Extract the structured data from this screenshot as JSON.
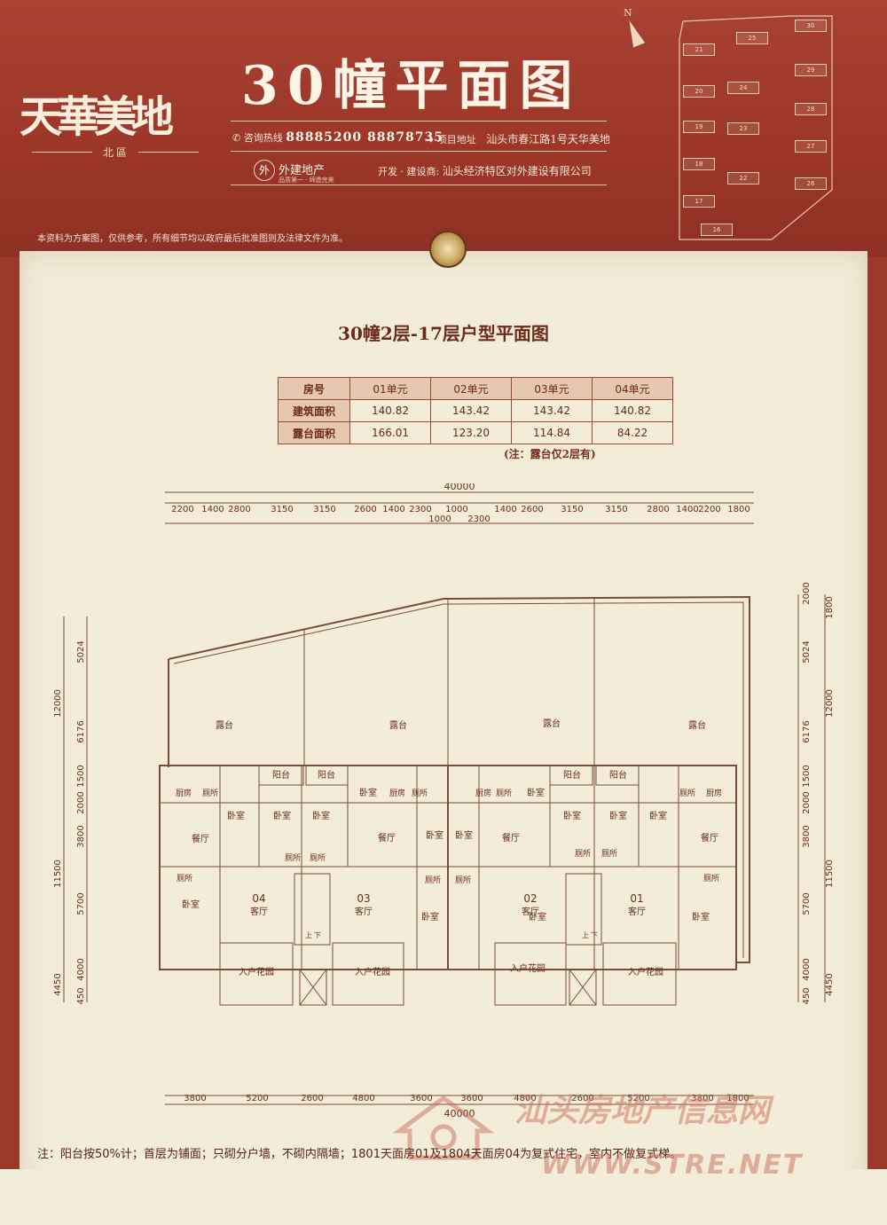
{
  "header": {
    "logo_text": "天華美地",
    "logo_sub": "北區",
    "title": "30幢平面图",
    "hotline_label": "咨询热线",
    "hotline": "88885200 88878735",
    "address_label": "项目地址",
    "address": "汕头市春江路1号天华美地",
    "developer_logo_char": "外",
    "developer_name": "外建地产",
    "developer_slogan": "品质第一 · 缔造完美",
    "developer_label": "开发 · 建设商:",
    "developer_full": "汕头经济特区对外建设有限公司",
    "disclaimer": "本资料为方案图，仅供参考，所有细节均以政府最后批准图则及法律文件为准。",
    "north": "N"
  },
  "site_map": {
    "buildings": [
      "16",
      "17",
      "18",
      "19",
      "20",
      "21",
      "22",
      "23",
      "24",
      "25",
      "26",
      "27",
      "28",
      "29",
      "30"
    ]
  },
  "plan_title": "30幢2层-17层户型平面图",
  "area_table": {
    "headers": [
      "房号",
      "01单元",
      "02单元",
      "03单元",
      "04单元"
    ],
    "rows": [
      {
        "label": "建筑面积",
        "values": [
          "140.82",
          "143.42",
          "143.42",
          "140.82"
        ]
      },
      {
        "label": "露台面积",
        "values": [
          "166.01",
          "123.20",
          "114.84",
          "84.22"
        ]
      }
    ],
    "note": "(注：露台仅2层有)"
  },
  "plan": {
    "total_width": "40000",
    "top_dims": [
      "2200",
      "1400",
      "2800",
      "3150",
      "3150",
      "2600",
      "1400",
      "2300",
      "1000",
      "1400",
      "2600",
      "3150",
      "3150",
      "2800",
      "1400",
      "2200",
      "1800"
    ],
    "top_dims_lower": [
      "1000",
      "2300"
    ],
    "bottom_dims": [
      "3800",
      "5200",
      "2600",
      "4800",
      "3600",
      "3600",
      "4800",
      "2600",
      "5200",
      "3800",
      "1800"
    ],
    "left_dims_outer": [
      "12000",
      "11500",
      "4450"
    ],
    "left_dims_inner": [
      "5024",
      "6176",
      "1500",
      "2000",
      "3800",
      "5700",
      "4000",
      "450"
    ],
    "right_dims_outer": [
      "12000",
      "11500",
      "4450",
      "1800"
    ],
    "right_dims_inner": [
      "5024",
      "6176",
      "1500",
      "2000",
      "3800",
      "5700",
      "4000",
      "450",
      "2000"
    ],
    "rooms": {
      "terrace": "露台",
      "balcony": "阳台",
      "kitchen": "厨房",
      "toilet": "厕所",
      "bedroom": "卧室",
      "dining": "餐厅",
      "living": "客厅",
      "garden": "入户花园",
      "stair_up": "上",
      "stair_down": "下"
    },
    "units": [
      "04",
      "03",
      "02",
      "01"
    ]
  },
  "footer": {
    "note": "注：阳台按50%计；首层为铺面；只砌分户墙，不砌内隔墙；1801天面房01及1804天面房04为复式住宅，室内不做复式梯。",
    "watermark_cn": "汕头房地产信息网",
    "watermark_url": "WWW.STRE.NET"
  },
  "colors": {
    "header_red": "#9b3a2c",
    "paper": "#f2ecd8",
    "line": "#8a4a3a"
  }
}
